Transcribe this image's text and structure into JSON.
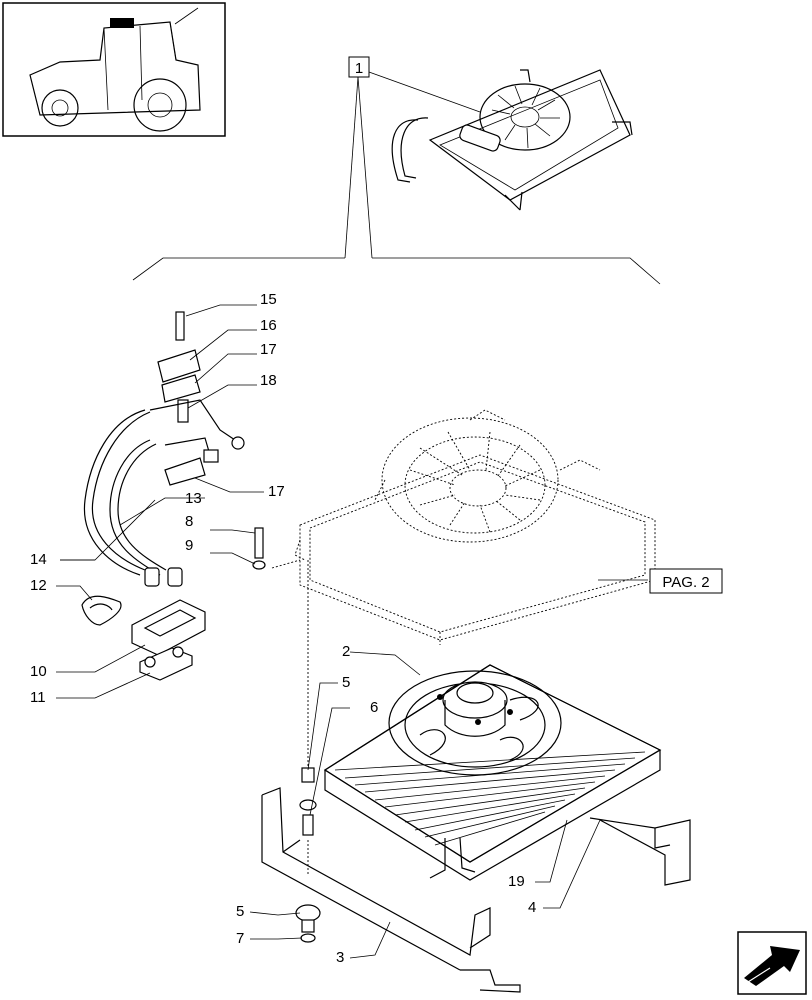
{
  "page_ref_box": "1",
  "page_ref_label": "PAG. 2",
  "callouts": [
    {
      "id": "c15",
      "text": "15"
    },
    {
      "id": "c16",
      "text": "16"
    },
    {
      "id": "c17a",
      "text": "17"
    },
    {
      "id": "c18",
      "text": "18"
    },
    {
      "id": "c17b",
      "text": "17"
    },
    {
      "id": "c13",
      "text": "13"
    },
    {
      "id": "c8",
      "text": "8"
    },
    {
      "id": "c9",
      "text": "9"
    },
    {
      "id": "c14",
      "text": "14"
    },
    {
      "id": "c12",
      "text": "12"
    },
    {
      "id": "c10",
      "text": "10"
    },
    {
      "id": "c11",
      "text": "11"
    },
    {
      "id": "c2",
      "text": "2"
    },
    {
      "id": "c5a",
      "text": "5"
    },
    {
      "id": "c6",
      "text": "6"
    },
    {
      "id": "c19",
      "text": "19"
    },
    {
      "id": "c4",
      "text": "4"
    },
    {
      "id": "c5b",
      "text": "5"
    },
    {
      "id": "c7",
      "text": "7"
    },
    {
      "id": "c3",
      "text": "3"
    }
  ],
  "icons": {
    "thumbnail": "tractor-thumbnail-icon",
    "nav": "next-page-arrow-icon"
  }
}
